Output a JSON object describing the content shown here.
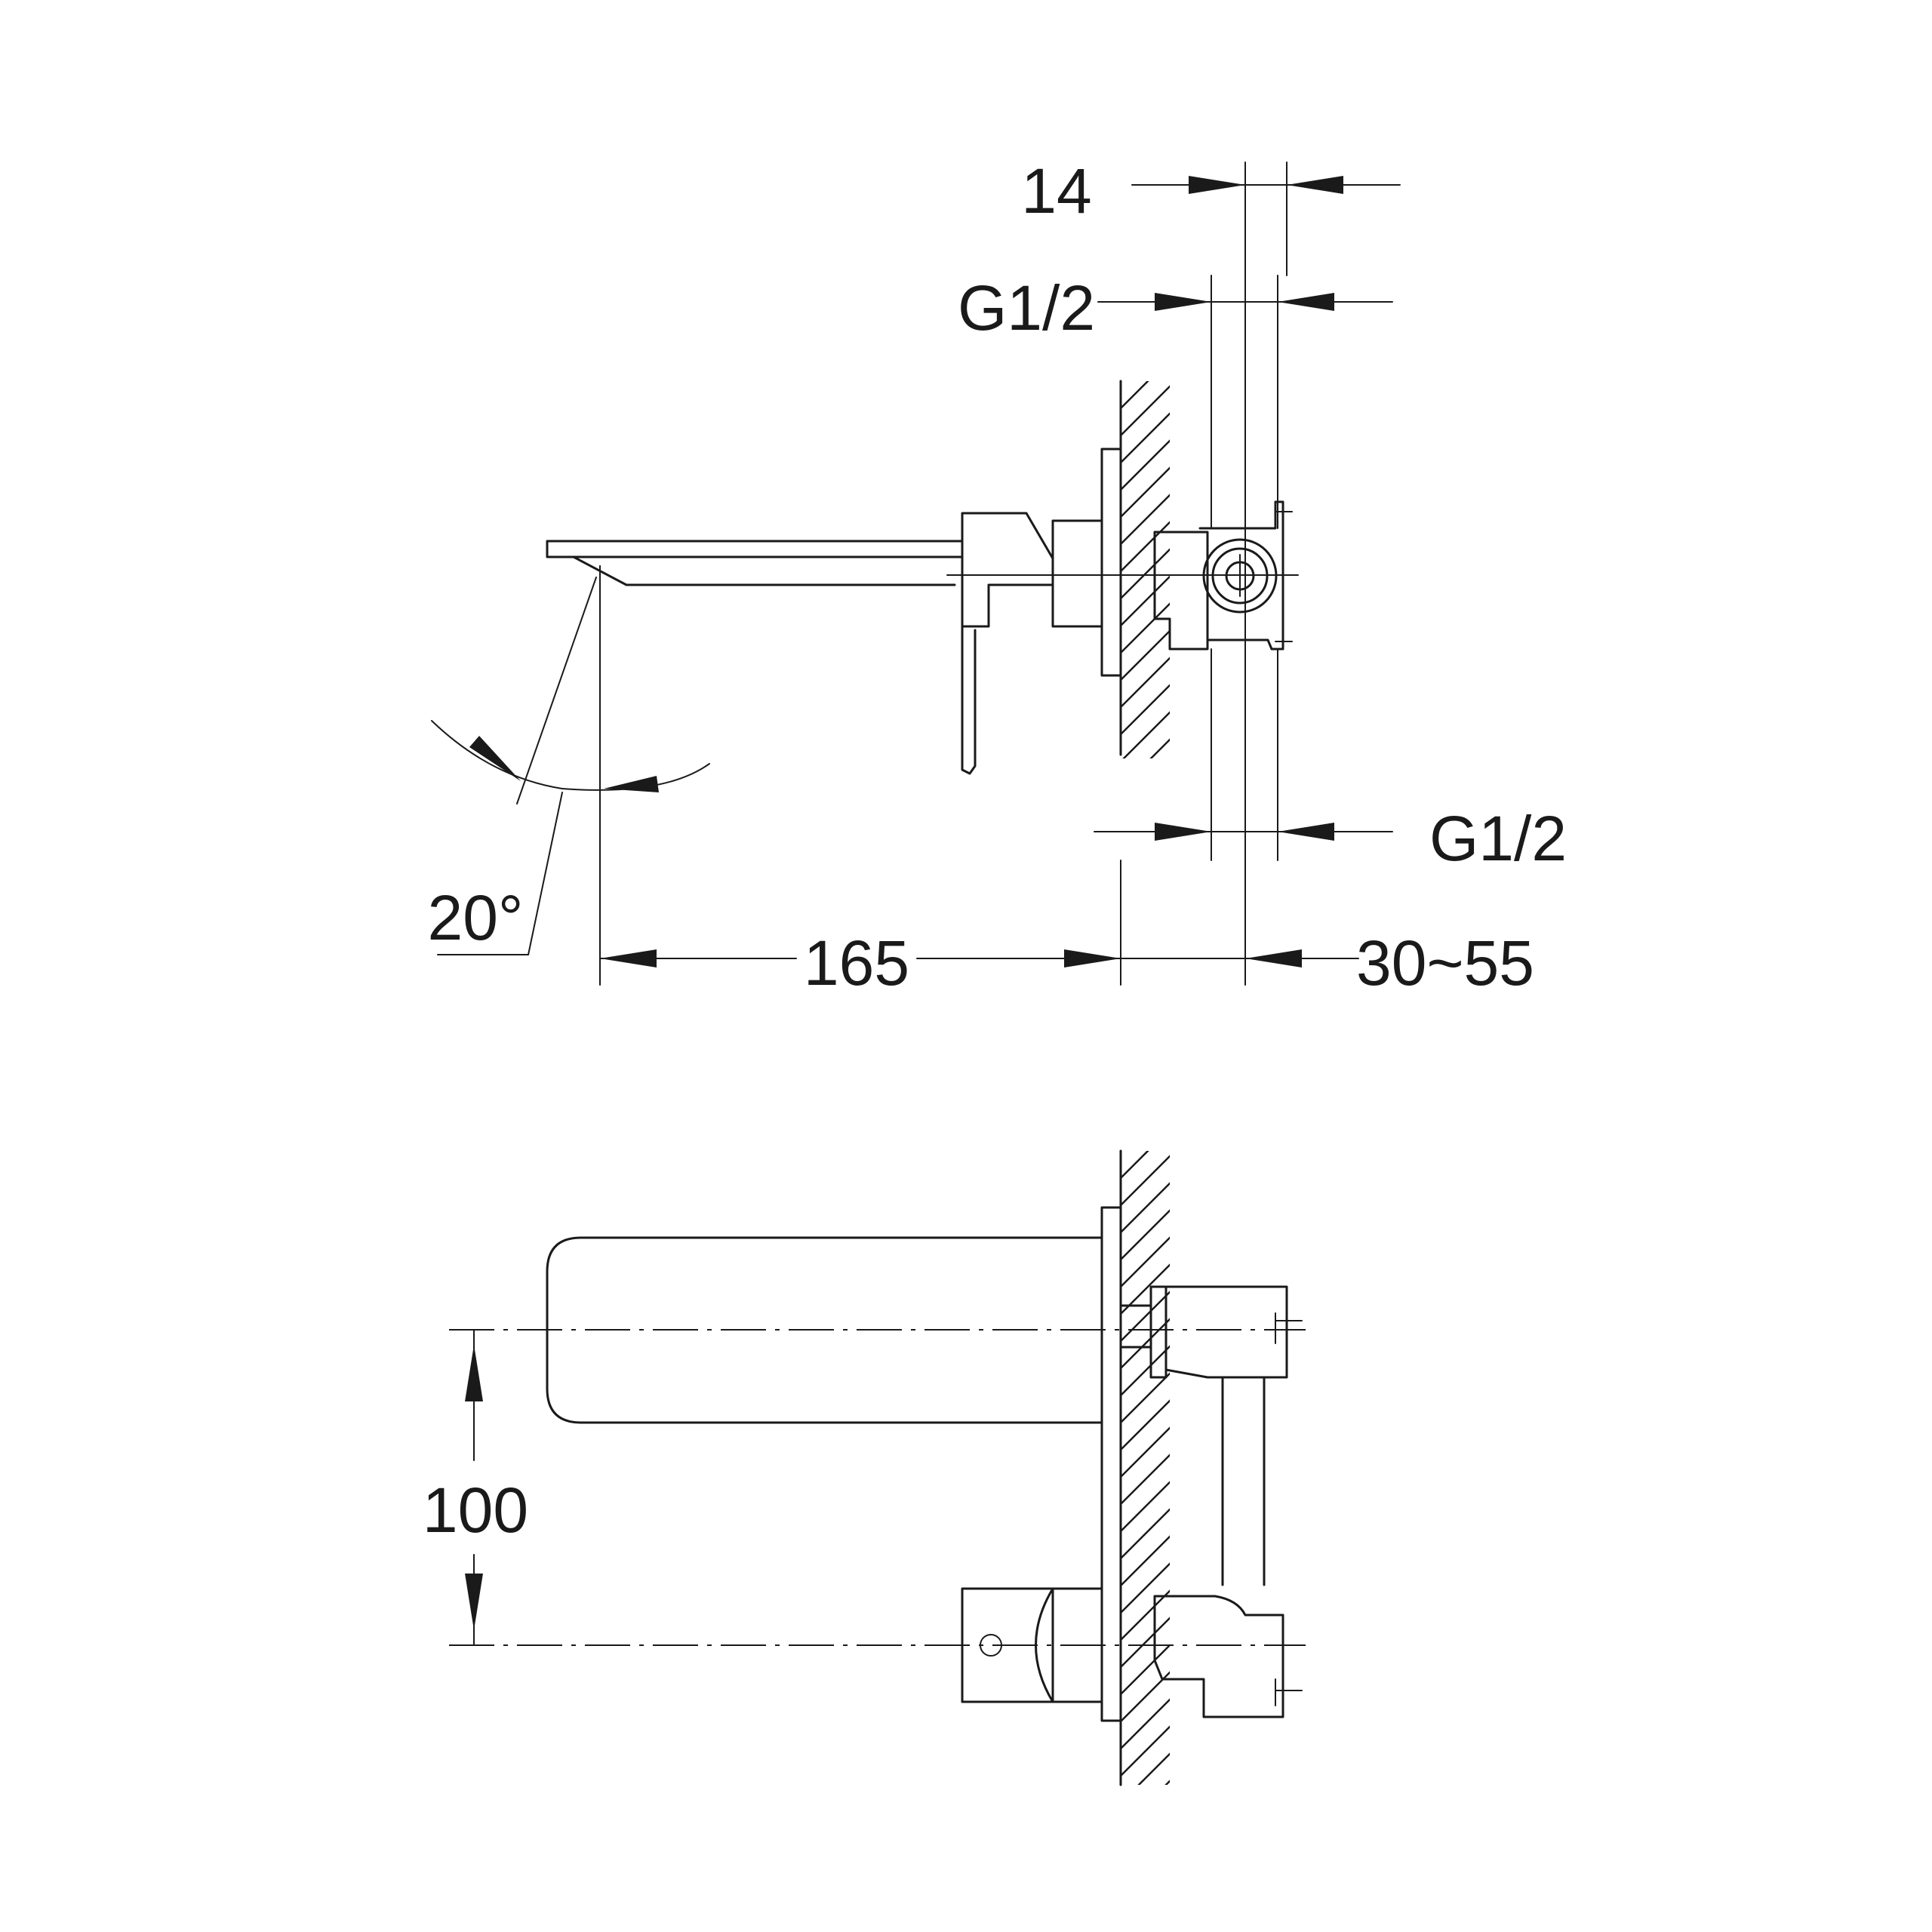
{
  "dimensions": {
    "connector_width": "14",
    "thread_top": "G1/2",
    "thread_bottom": "G1/2",
    "spout_angle": "20°",
    "projection": "165",
    "wall_depth": "30~55",
    "inlet_spacing": "100"
  },
  "colors": {
    "line": "#1a1a1a",
    "background": "#ffffff"
  }
}
